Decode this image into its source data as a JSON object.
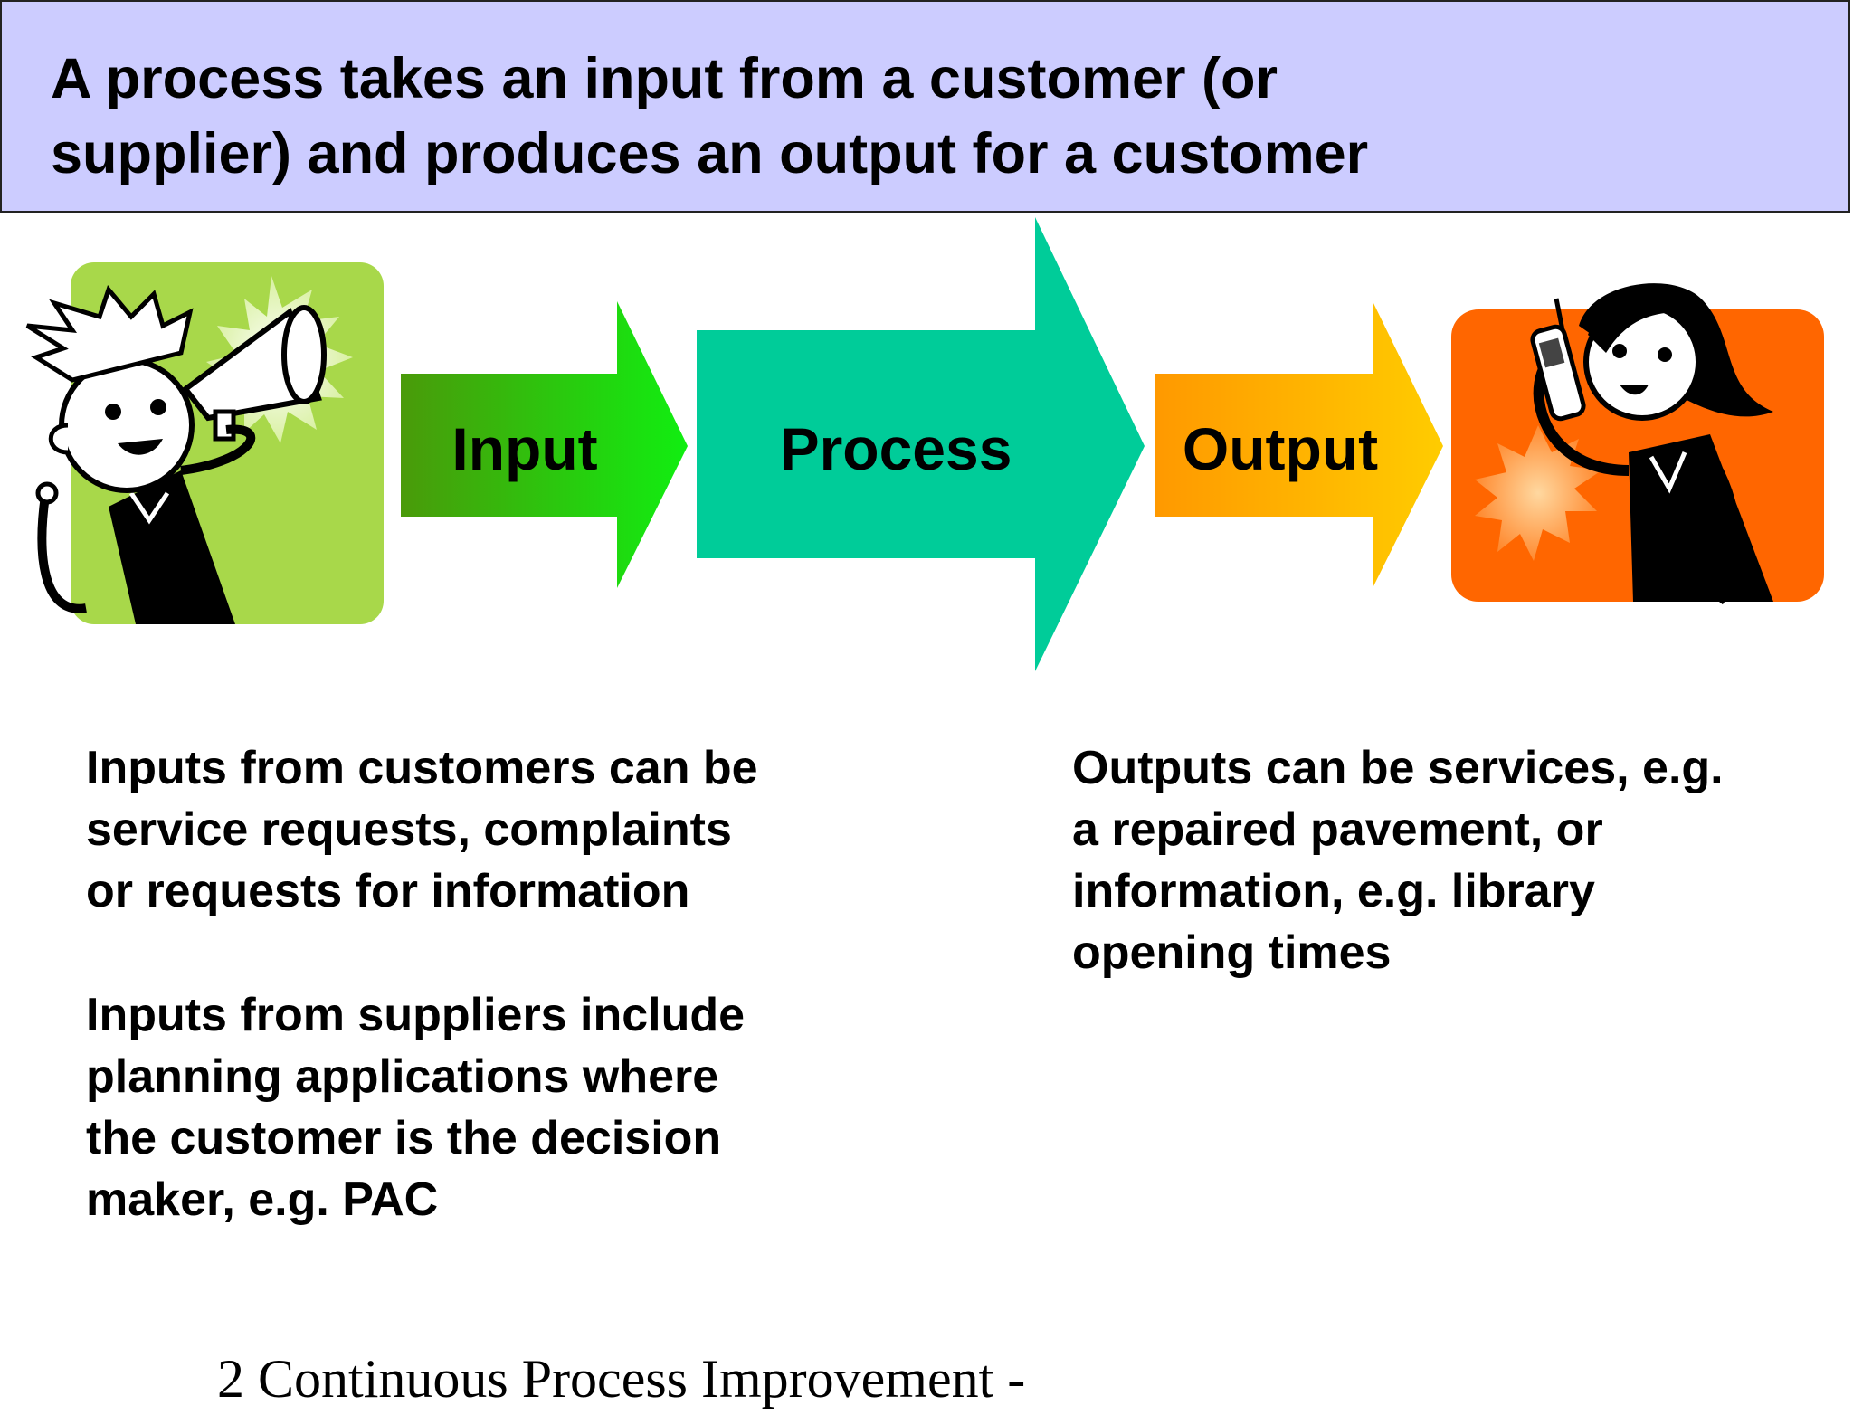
{
  "title": {
    "line1": "A process takes an input from a customer (or",
    "line2": "supplier) and produces an output for a customer"
  },
  "diagram": {
    "input_label": "Input",
    "process_label": "Process",
    "output_label": "Output",
    "icons": {
      "left": "man-with-megaphone-icon",
      "right": "woman-on-phone-icon"
    },
    "colors": {
      "left_panel": "#a8d84a",
      "input_arrow_start": "#4a9a0a",
      "input_arrow_end": "#11ee11",
      "process_arrow": "#00cc99",
      "output_arrow_start": "#ff9900",
      "output_arrow_end": "#ffcc00",
      "right_panel": "#ff6600",
      "title_bg": "#ccccff"
    }
  },
  "left_text": {
    "para1": "Inputs from customers can be\nservice requests, complaints\nor requests for information",
    "para2": "Inputs from suppliers include\nplanning applications where\nthe customer is the decision\nmaker, e.g. PAC"
  },
  "right_text": {
    "para1": "Outputs can be services, e.g.\na repaired pavement, or\ninformation, e.g. library\nopening times"
  },
  "footer": {
    "text": "2 Continuous Process Improvement -"
  }
}
